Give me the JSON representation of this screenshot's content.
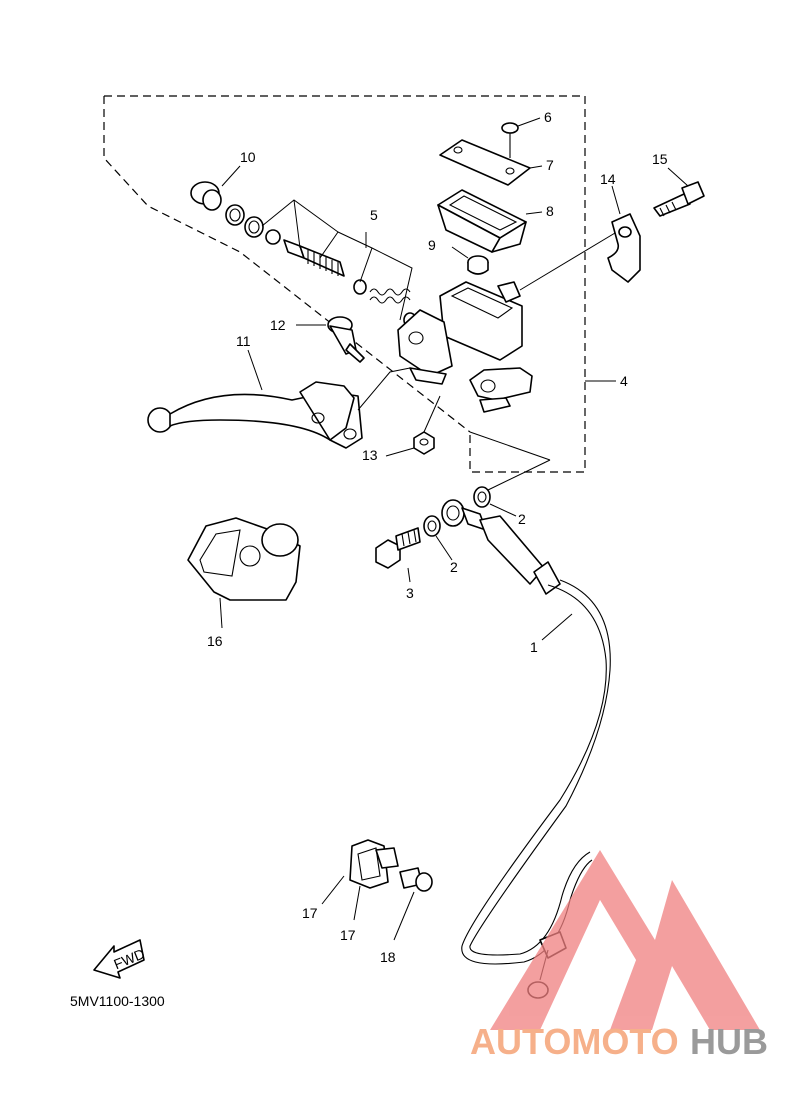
{
  "diagram": {
    "code": "5MV1100-1300",
    "fwd_label": "FWD",
    "callouts": [
      {
        "id": "c1",
        "text": "1"
      },
      {
        "id": "c2a",
        "text": "2"
      },
      {
        "id": "c2b",
        "text": "2"
      },
      {
        "id": "c3",
        "text": "3"
      },
      {
        "id": "c4",
        "text": "4"
      },
      {
        "id": "c5",
        "text": "5"
      },
      {
        "id": "c6",
        "text": "6"
      },
      {
        "id": "c7",
        "text": "7"
      },
      {
        "id": "c8",
        "text": "8"
      },
      {
        "id": "c9",
        "text": "9"
      },
      {
        "id": "c10",
        "text": "10"
      },
      {
        "id": "c11",
        "text": "11"
      },
      {
        "id": "c12",
        "text": "12"
      },
      {
        "id": "c13",
        "text": "13"
      },
      {
        "id": "c14",
        "text": "14"
      },
      {
        "id": "c15",
        "text": "15"
      },
      {
        "id": "c16",
        "text": "16"
      },
      {
        "id": "c17a",
        "text": "17"
      },
      {
        "id": "c17b",
        "text": "17"
      },
      {
        "id": "c18",
        "text": "18"
      }
    ]
  },
  "watermark": {
    "part1": "AUTOMOTO",
    "part2": "HUB",
    "color1": "#f6b08a",
    "color2": "#9a9a9a",
    "logo_color": "#f08080"
  }
}
